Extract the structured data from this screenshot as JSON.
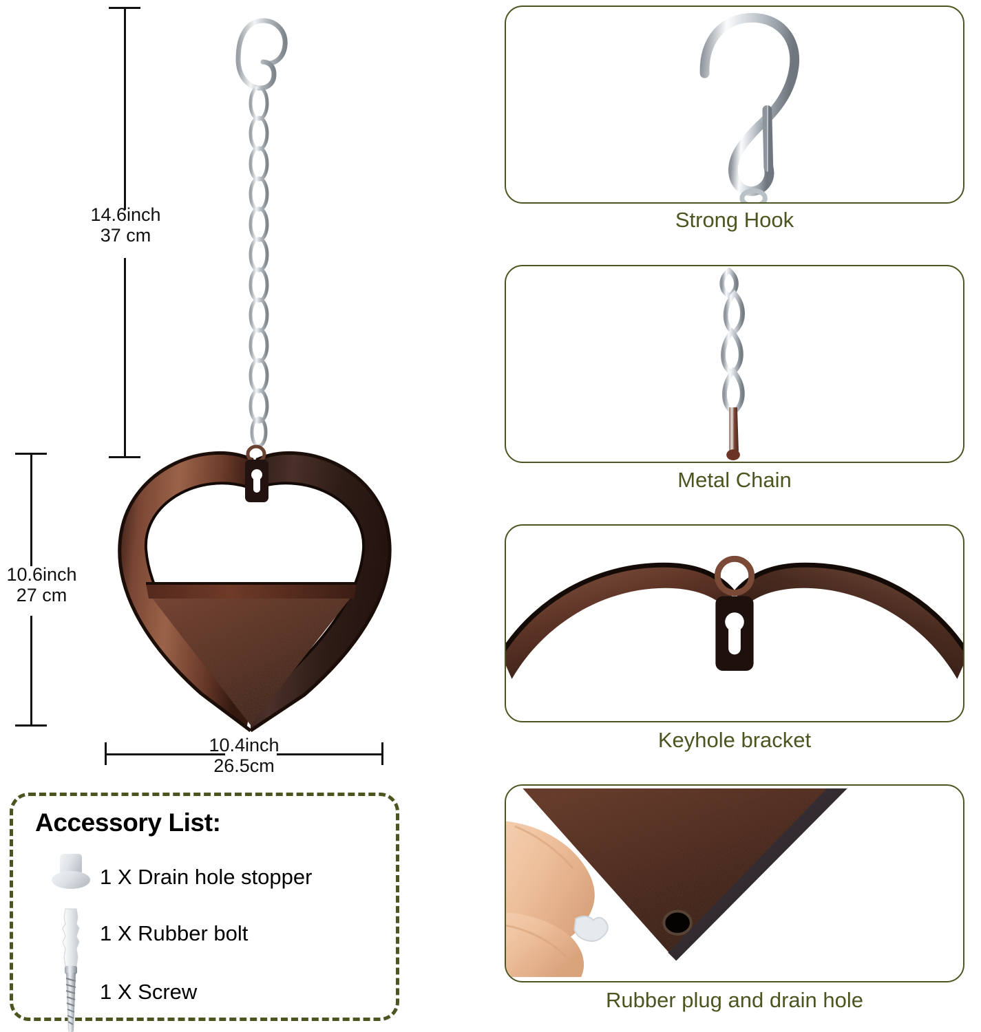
{
  "product": {
    "name": "heart-shaped-hanging-bird-feeder",
    "finish_color": "#5b3326",
    "metal_color": "#c8ccd0"
  },
  "dimensions": {
    "total_height": {
      "inch": "14.6inch",
      "cm": "37 cm"
    },
    "heart_height": {
      "inch": "10.6inch",
      "cm": "27 cm"
    },
    "heart_width": {
      "inch": "10.4inch",
      "cm": "26.5cm"
    }
  },
  "accessory_box": {
    "title": "Accessory List:",
    "items": [
      {
        "icon": "drain-hole-stopper-icon",
        "label": "1 X Drain hole stopper"
      },
      {
        "icon": "rubber-bolt-icon",
        "label": "1 X Rubber bolt"
      },
      {
        "icon": "screw-icon",
        "label": "1 X Screw"
      }
    ]
  },
  "features": [
    {
      "id": "hook",
      "caption": "Strong Hook",
      "art": "s-hook-icon"
    },
    {
      "id": "chain",
      "caption": "Metal Chain",
      "art": "metal-chain-icon"
    },
    {
      "id": "keyhole",
      "caption": "Keyhole bracket",
      "art": "keyhole-bracket-icon"
    },
    {
      "id": "plug",
      "caption": "Rubber plug and drain hole",
      "art": "rubber-plug-icon"
    }
  ],
  "colors": {
    "accent_olive": "#4b5520",
    "text_black": "#111111",
    "bronze_dark": "#3a2018",
    "bronze_mid": "#6b3b2b",
    "bronze_light": "#8d5b45",
    "metal_silver": "#d0d4d8",
    "skin": "#f0c9a8"
  }
}
